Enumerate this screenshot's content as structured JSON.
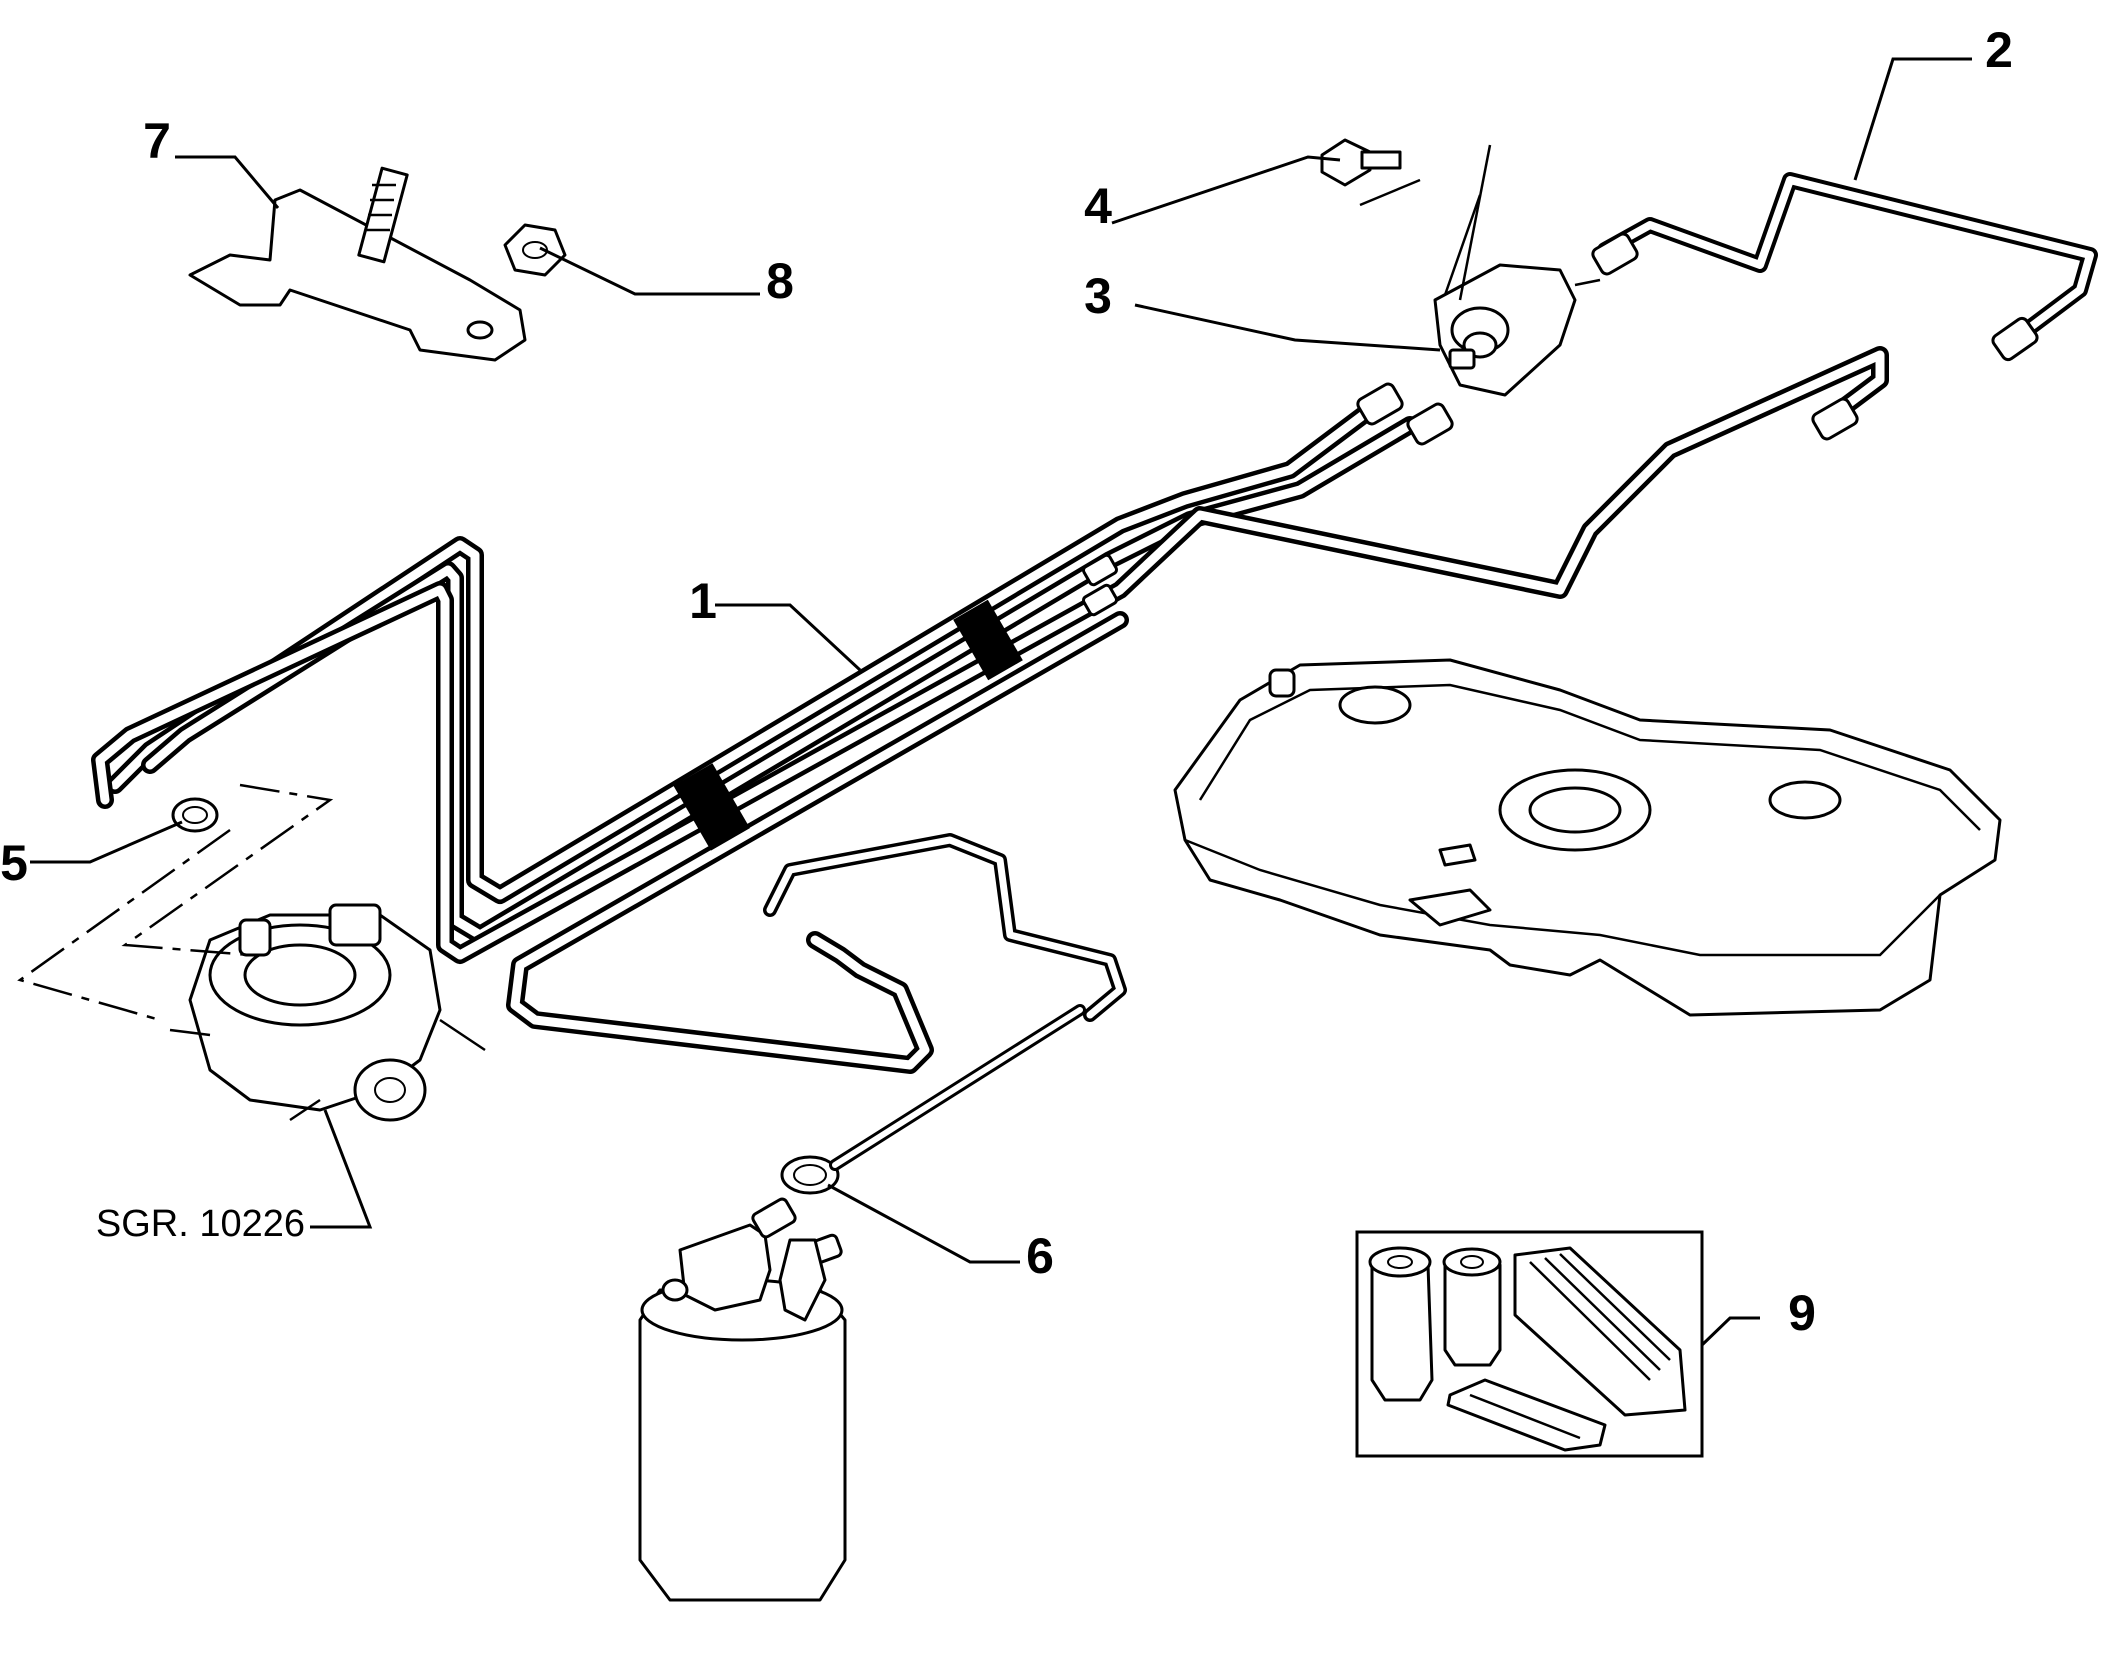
{
  "callouts": {
    "c1": "1",
    "c2": "2",
    "c3": "3",
    "c4": "4",
    "c5": "5",
    "c6": "6",
    "c7": "7",
    "c8": "8",
    "c9": "9"
  },
  "reference": "SGR. 10226"
}
